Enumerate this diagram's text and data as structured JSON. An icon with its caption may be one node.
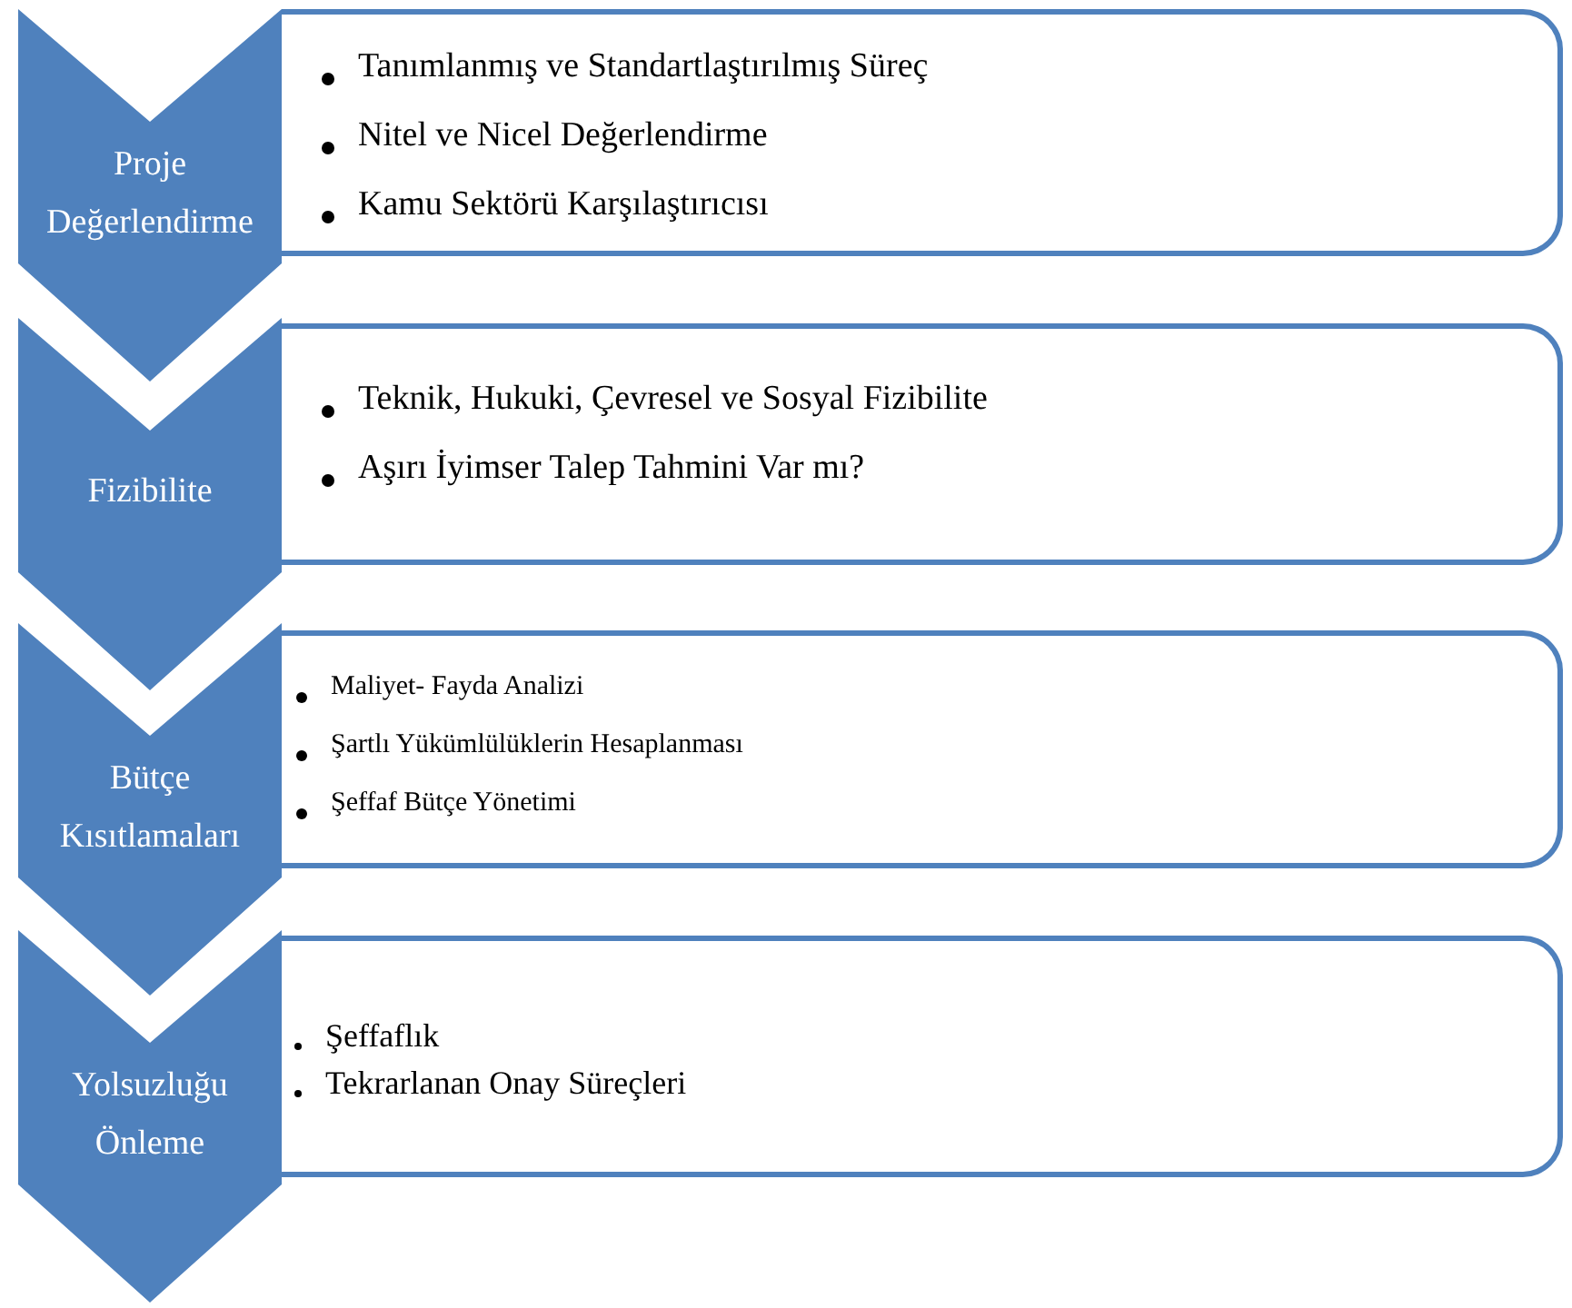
{
  "diagram": {
    "nodes": [
      {
        "text": [
          "Proje Değerlendirme"
        ]
      },
      {
        "text": [
          "Tanımlanmış ve Standartlaştırılmış Süreç",
          "Nitel ve Nicel Değerlendirme",
          "Kamu Sektörü Karşılaştırıcısı"
        ]
      },
      {
        "text": [
          "Fizibilite"
        ]
      },
      {
        "text": [
          "Teknik, Hukuki, Çevresel ve Sosyal Fizibilite",
          "Aşırı İyimser Talep Tahmini Var mı?"
        ]
      },
      {
        "text": [
          "Bütçe Kısıtlamaları"
        ]
      },
      {
        "text": [
          "Maliyet- Fayda Analizi",
          "Şartlı Yükümlülüklerin Hesaplanması",
          "Şeffaf Bütçe Yönetimi"
        ]
      },
      {
        "text": [
          "Yolsuzluğu Önleme"
        ]
      },
      {
        "text": [
          "Şeffaflık",
          "Tekrarlanan Onay Süreçleri"
        ]
      }
    ],
    "edges": []
  }
}
